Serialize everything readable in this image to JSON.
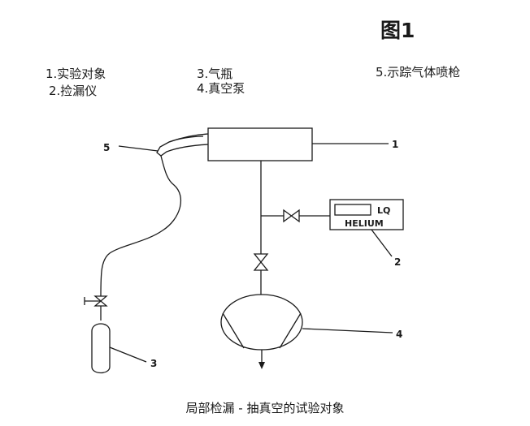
{
  "figure_title": "图1",
  "legend": {
    "item1": "1.实验对象",
    "item2": "2.捡漏仪",
    "item3": "3.气瓶",
    "item4": "4.真空泵",
    "item5": "5.示踪气体喷枪"
  },
  "callouts": [
    "1",
    "2",
    "3",
    "4",
    "5"
  ],
  "detector": {
    "display_text": "LQ",
    "gas_label": "HELIUM"
  },
  "caption": "局部检漏 - 抽真空的试验对象"
}
